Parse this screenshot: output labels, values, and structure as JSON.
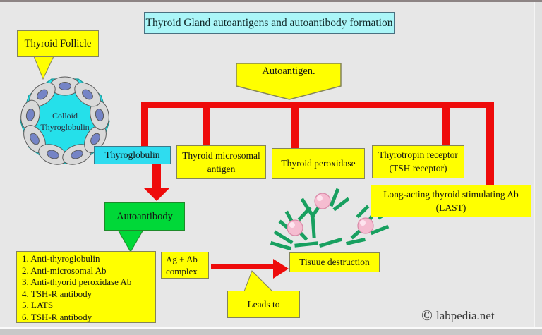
{
  "title": "Thyroid Gland autoantigens and autoantibody formation",
  "follicle": {
    "label": "Thyroid Follicle",
    "colloid_line1": "Colloid",
    "colloid_line2": "Thyroglobulin"
  },
  "autoantigen_label": "Autoantigen.",
  "antigen_boxes": {
    "thyroglobulin": "Thyroglobulin",
    "microsomal_line1": "Thyroid microsomal",
    "microsomal_line2": "antigen",
    "peroxidase": "Thyroid peroxidase",
    "thyrotropin_line1": "Thyrotropin receptor",
    "thyrotropin_line2": "(TSH receptor)",
    "last_line1": "Long-acting thyroid stimulating Ab",
    "last_line2": "(LAST)"
  },
  "autoantibody_label": "Autoantibody",
  "antibody_list": [
    "1. Anti-thyroglobulin",
    "2. Anti-microsomal Ab",
    "3. Anti-thyorid peroxidase Ab",
    "4. TSH-R antibody",
    "5. LATS",
    "6. TSH-R antibody"
  ],
  "complex_line1": "Ag + Ab",
  "complex_line2": "complex",
  "destruction_label": "Tisuue destruction",
  "leads_to_label": "Leads to",
  "copyright": {
    "symbol": "©",
    "site": "labpedia.net"
  },
  "colors": {
    "background": "#e7e7e7",
    "yellow_box": "#ffff00",
    "title_cyan": "#abf6f8",
    "thyroglobulin_cyan": "#2fdcef",
    "follicle_cyan": "#25e0ea",
    "autoantibody_green": "#00d838",
    "antibody_symbol_green": "#18a060",
    "connector_red": "#ee0b0b",
    "antigen_ball_pink": "#f5bcd0"
  }
}
